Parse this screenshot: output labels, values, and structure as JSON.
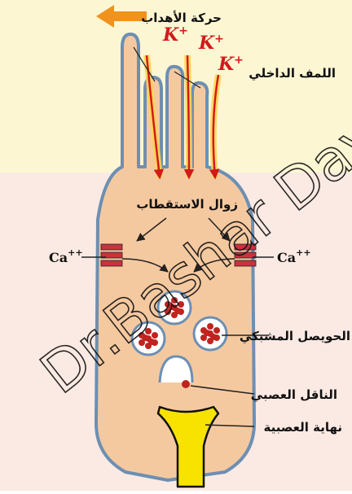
{
  "labels": {
    "hair_movement": "حركة الأهداب",
    "endolymph": "اللمف الداخلي",
    "depolarization": "زوال الاستقطاب",
    "synaptic_vesicle": "الحويصل المشبكي",
    "neurotransmitter": "الناقل العصبي",
    "nerve_ending": "نهاية العصبية",
    "calcium_left": "Ca",
    "calcium_right": "Ca",
    "calcium_charge": "++",
    "potassium": "K",
    "potassium_charge": "+"
  },
  "watermark": "Dr.Bashar Dayoub",
  "colors": {
    "top_bg": "#fdf6d3",
    "bottom_bg": "#fbeae3",
    "cell_fill": "#f5c9a0",
    "cell_border": "#6d8fb3",
    "arrow_orange": "#f0921e",
    "ion_channel": "#c9323f",
    "vesicle_dot": "#c0241f",
    "nerve_fill": "#f7e200"
  }
}
